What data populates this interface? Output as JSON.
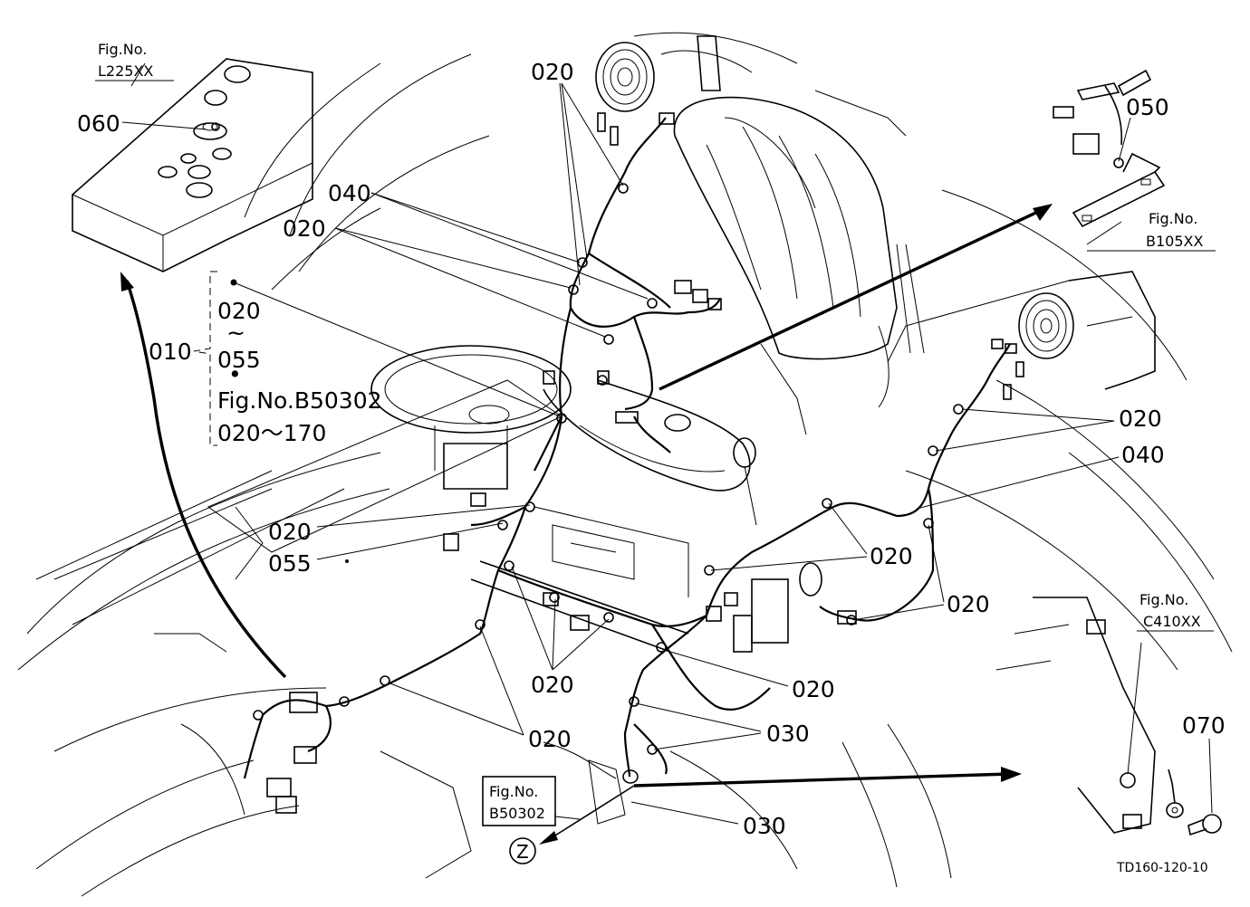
{
  "diagram": {
    "drawing_code": "TD160-120-10",
    "fig_refs": {
      "top_left": [
        "Fig.No.",
        "L225XX"
      ],
      "top_right": [
        "Fig.No.",
        "B105XX"
      ],
      "bottom_center": [
        "Fig.No.",
        "B50302"
      ],
      "bottom_right": [
        "Fig.No.",
        "C410XX"
      ]
    },
    "view_marker": "Z",
    "group_block": {
      "number": "010",
      "line1": "020",
      "tilde": "~",
      "line2": "055",
      "dot": "•",
      "ref_line": "Fig.No.B50302",
      "range_line": "020～170"
    },
    "callouts": {
      "c060": "060",
      "c020_top": "020",
      "c040_top": "040",
      "c020_left": "020",
      "c050": "050",
      "c020_right1": "020",
      "c040_right": "040",
      "c020_mid_left": "020",
      "c055": "055",
      "c020_right2": "020",
      "c020_right3": "020",
      "c020_bottom1": "020",
      "c020_bottom_mid": "020",
      "c020_bottom2": "020",
      "c030_a": "030",
      "c030_b": "030",
      "c070": "070"
    }
  }
}
